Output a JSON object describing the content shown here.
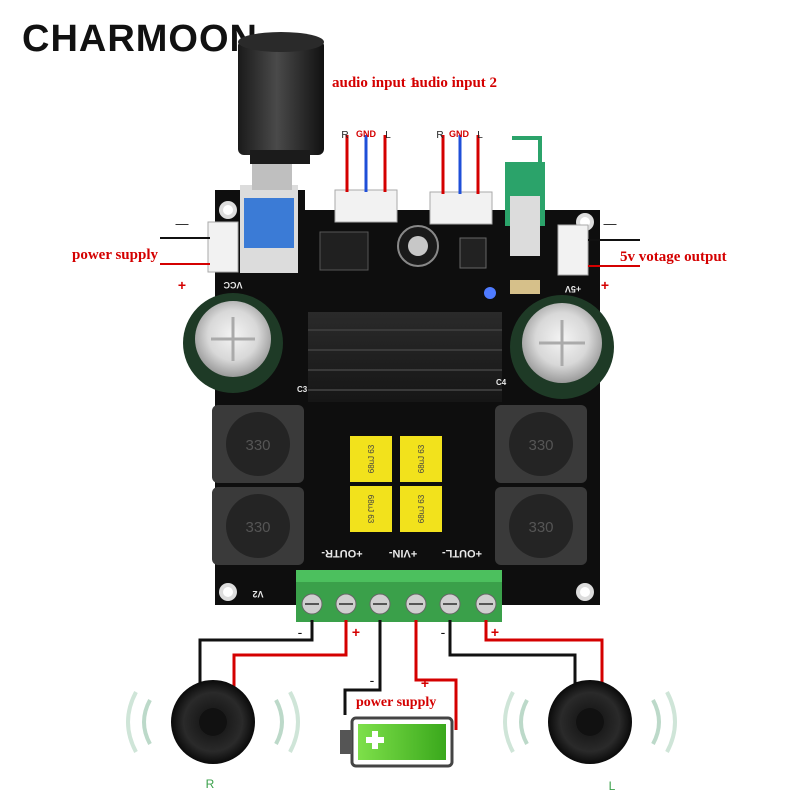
{
  "brand": "CHARMOON",
  "labels": {
    "audio_input_1": "audio input 1",
    "audio_input_2": "audio input 2",
    "power_supply_left": "power supply",
    "voltage_output": "5v votage output",
    "power_supply_bottom": "power supply"
  },
  "pins": {
    "input1": [
      "R",
      "GND",
      "L"
    ],
    "input2": [
      "R",
      "GND",
      "L"
    ]
  },
  "polarity": {
    "minus": "—",
    "plus": "+",
    "dash": "-"
  },
  "board_silkscreen": {
    "outr": "+OUTR-",
    "vin": "+VIN-",
    "outl": "+OUTL-",
    "vcc": "VCC",
    "plus5v": "+5V",
    "v2": "V2",
    "c3": "C3",
    "c4": "C4"
  },
  "components": {
    "inductor_value": "330",
    "capacitor_code": "68uJ 63"
  },
  "speakers": {
    "right": "R",
    "left": "L"
  },
  "colors": {
    "board": "#0e0e0e",
    "terminal": "#3aa04a",
    "wire_red": "#d40000",
    "wire_black": "#111111",
    "wire_blue": "#1f4fd8",
    "label_red": "#d40000",
    "cap_yellow": "#f2e21c",
    "battery_green": "#5cc82a"
  }
}
